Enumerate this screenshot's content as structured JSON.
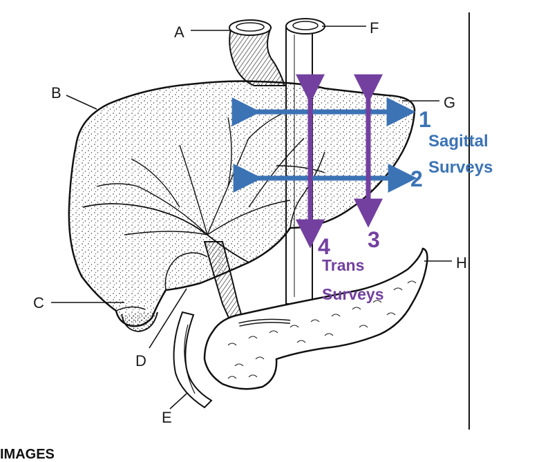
{
  "labels": {
    "a": "A",
    "b": "B",
    "c": "C",
    "d": "D",
    "e": "E",
    "f": "F",
    "g": "G",
    "h": "H"
  },
  "sagittal": {
    "n1": "1",
    "n2": "2",
    "line1": "Sagittal",
    "line2": "Surveys"
  },
  "trans": {
    "n3": "3",
    "n4": "4",
    "line1": "Trans",
    "line2": "Surveys"
  },
  "footer": "IMAGES",
  "colors": {
    "blue": "#3b73b5",
    "purple": "#7340a0",
    "ink": "#1a1a1a"
  }
}
